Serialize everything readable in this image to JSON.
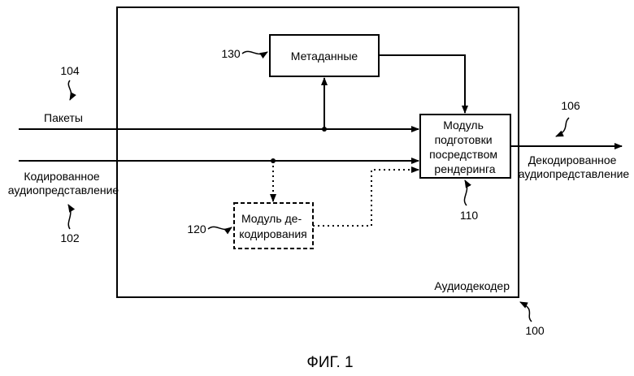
{
  "figure": {
    "caption": "ФИГ. 1"
  },
  "decoder": {
    "label": "Аудиодекодер",
    "ref": "100"
  },
  "metadata_box": {
    "label": "Метаданные",
    "ref": "130"
  },
  "renderer_box": {
    "lines": [
      "Модуль",
      "подготовки",
      "посредством",
      "рендеринга"
    ],
    "ref": "110"
  },
  "core_decoder_box": {
    "lines": [
      "Модуль де-",
      "кодирования"
    ],
    "ref": "120"
  },
  "inputs": {
    "packets": {
      "label": "Пакеты",
      "ref": "104"
    },
    "encoded": {
      "lines": [
        "Кодированное",
        "аудиопредставление"
      ],
      "ref": "102"
    }
  },
  "output": {
    "lines": [
      "Декодированное",
      "аудиопредставление"
    ],
    "ref": "106"
  },
  "colors": {
    "line": "#000000",
    "background": "#ffffff"
  }
}
